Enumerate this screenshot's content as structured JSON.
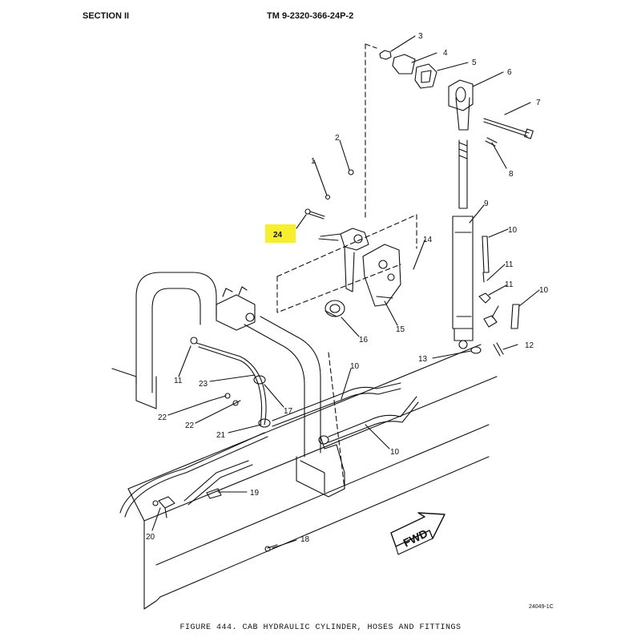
{
  "header": {
    "section": "SECTION II",
    "manual": "TM 9-2320-366-24P-2"
  },
  "callouts": {
    "c1": "1",
    "c2": "2",
    "c3": "3",
    "c4": "4",
    "c5": "5",
    "c6": "6",
    "c7": "7",
    "c8": "8",
    "c9": "9",
    "c10a": "10",
    "c10b": "10",
    "c10c": "10",
    "c10d": "10",
    "c11a": "11",
    "c11b": "11",
    "c11c": "11",
    "c12": "12",
    "c13": "13",
    "c14": "14",
    "c15": "15",
    "c16": "16",
    "c17": "17",
    "c18": "18",
    "c19": "19",
    "c20": "20",
    "c21": "21",
    "c22a": "22",
    "c22b": "22",
    "c23": "23",
    "c24": "24"
  },
  "highlight_color": "#f7ef2c",
  "fwd_label": "FWD",
  "drawing_code": "24049-1C",
  "caption": "FIGURE 444. CAB HYDRAULIC CYLINDER, HOSES AND FITTINGS"
}
